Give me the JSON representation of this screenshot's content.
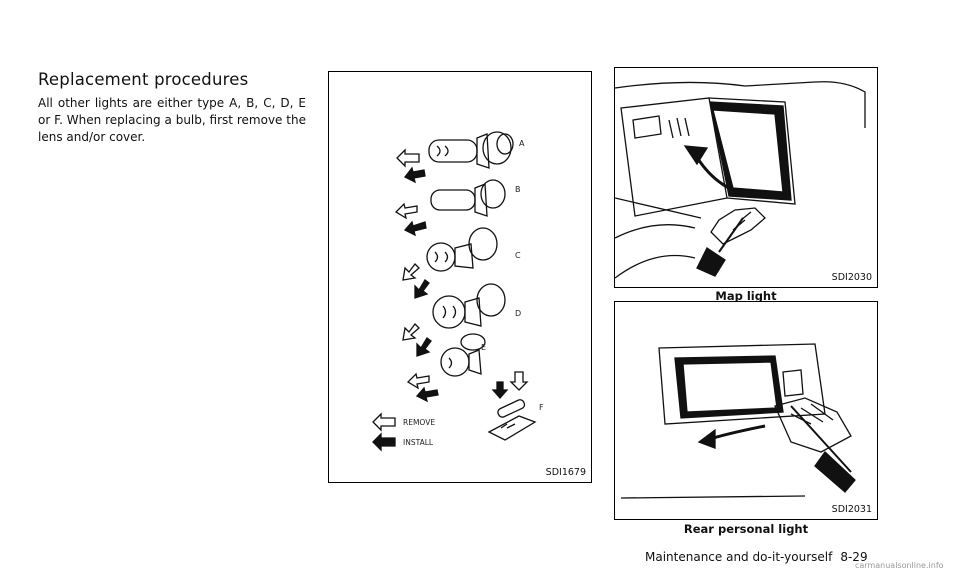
{
  "section": {
    "heading": "Replacement procedures",
    "body": "All other lights are either type A, B, C, D, E or F. When replacing a bulb, first remove the lens and/or cover."
  },
  "figures": {
    "bulbs": {
      "code": "SDI1679",
      "labels": [
        "A",
        "B",
        "C",
        "D",
        "E",
        "F"
      ],
      "legend_remove": "REMOVE",
      "legend_install": "INSTALL"
    },
    "map_light": {
      "code": "SDI2030",
      "caption": "Map light"
    },
    "rear_light": {
      "code": "SDI2031",
      "caption": "Rear personal light"
    }
  },
  "footer": {
    "chapter": "Maintenance and do-it-yourself",
    "page": "8-29"
  },
  "watermark": "carmanualsonline.info"
}
